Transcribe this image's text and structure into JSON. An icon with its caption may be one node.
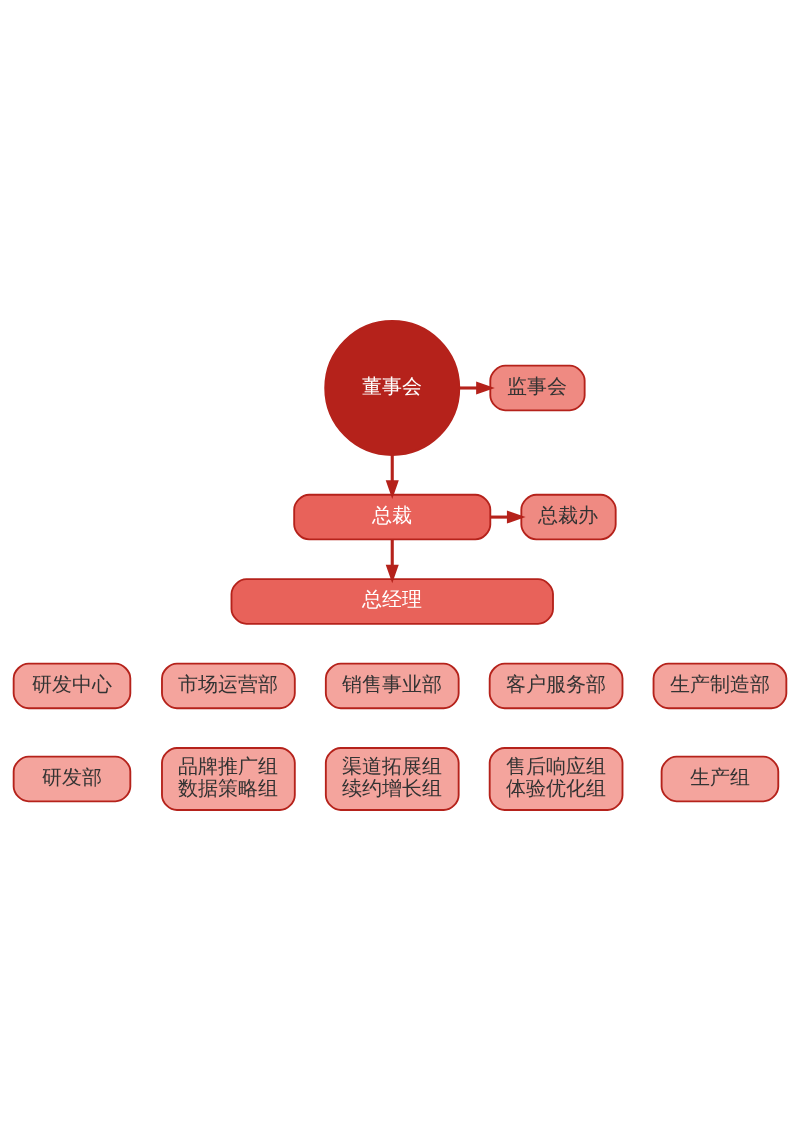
{
  "diagram": {
    "nodes": [
      {
        "text": [
          "董事会"
        ]
      },
      {
        "text": [
          "监事会"
        ]
      },
      {
        "text": [
          "总裁办"
        ]
      },
      {
        "text": [
          "总裁"
        ]
      },
      {
        "text": [
          "总经理"
        ]
      },
      {
        "text": [
          "研发中心"
        ]
      },
      {
        "text": [
          "市场运营部"
        ]
      },
      {
        "text": [
          "销售事业部"
        ]
      },
      {
        "text": [
          "客户服务部"
        ]
      },
      {
        "text": [
          "生产制造部"
        ]
      },
      {
        "text": [
          "研发部"
        ]
      },
      {
        "text": [
          "品牌推广组",
          "数据策略组"
        ]
      },
      {
        "text": [
          "渠道拓展组",
          "续约增长组"
        ]
      },
      {
        "text": [
          "售后响应组",
          "体验优化组"
        ]
      },
      {
        "text": [
          "生产组"
        ]
      }
    ],
    "edges": [
      {
        "from": 0,
        "to": 1,
        "arrow": "to"
      },
      {
        "from": 0,
        "to": 3,
        "arrow": "to"
      },
      {
        "from": 3,
        "to": 2,
        "arrow": "to"
      },
      {
        "from": 3,
        "to": 4,
        "arrow": "to"
      }
    ]
  }
}
